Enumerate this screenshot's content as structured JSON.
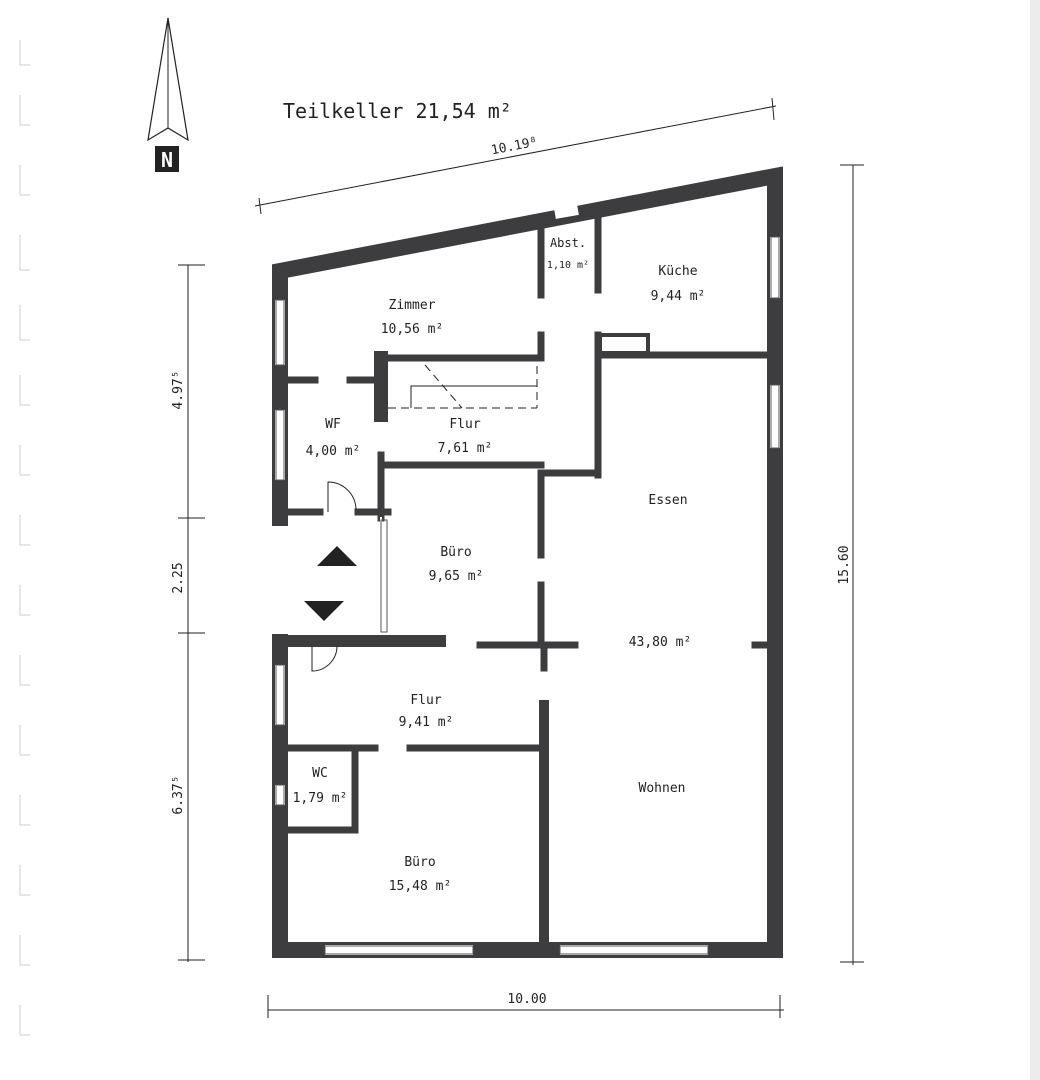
{
  "title": "Teilkeller 21,54 m²",
  "north_label": "N",
  "dimensions": {
    "top_diagonal": "10.19⁸",
    "bottom": "10.00",
    "right": "15.60",
    "left_upper": "4.97⁵",
    "left_middle": "2.25",
    "left_lower": "6.37⁵"
  },
  "rooms": [
    {
      "name": "Zimmer",
      "area": "10,56 m²"
    },
    {
      "name": "Abst.",
      "area": "1,10 m²"
    },
    {
      "name": "Küche",
      "area": "9,44 m²"
    },
    {
      "name": "WF",
      "area": "4,00 m²"
    },
    {
      "name": "Flur",
      "area": "7,61 m²"
    },
    {
      "name": "Essen",
      "area": ""
    },
    {
      "name": "Büro",
      "area": "9,65 m²"
    },
    {
      "name": "",
      "area": "43,80 m²"
    },
    {
      "name": "Flur",
      "area": "9,41 m²"
    },
    {
      "name": "WC",
      "area": "1,79 m²"
    },
    {
      "name": "Büro",
      "area": "15,48 m²"
    },
    {
      "name": "Wohnen",
      "area": ""
    }
  ]
}
